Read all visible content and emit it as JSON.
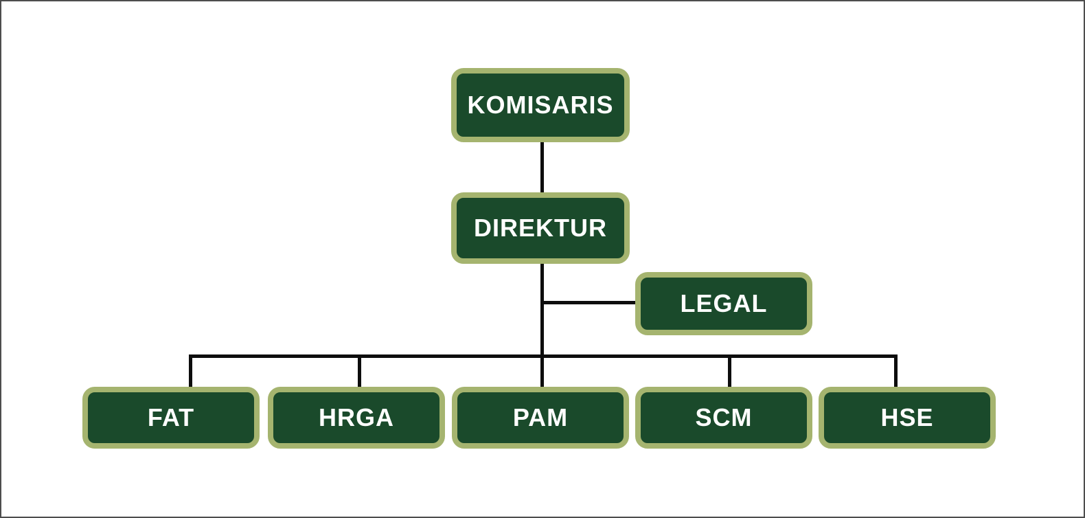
{
  "chart": {
    "type": "org-chart",
    "nodes": {
      "komisaris": {
        "label": "KOMISARIS",
        "level": 1
      },
      "direktur": {
        "label": "DIREKTUR",
        "level": 2
      },
      "legal": {
        "label": "LEGAL",
        "level": 2.5
      },
      "fat": {
        "label": "FAT",
        "level": 3
      },
      "hrga": {
        "label": "HRGA",
        "level": 3
      },
      "pam": {
        "label": "PAM",
        "level": 3
      },
      "scm": {
        "label": "SCM",
        "level": 3
      },
      "hse": {
        "label": "HSE",
        "level": 3
      }
    },
    "hierarchy": [
      {
        "parent": "KOMISARIS",
        "child": "DIREKTUR"
      },
      {
        "parent": "DIREKTUR",
        "child": "LEGAL"
      },
      {
        "parent": "DIREKTUR",
        "child": "FAT"
      },
      {
        "parent": "DIREKTUR",
        "child": "HRGA"
      },
      {
        "parent": "DIREKTUR",
        "child": "PAM"
      },
      {
        "parent": "DIREKTUR",
        "child": "SCM"
      },
      {
        "parent": "DIREKTUR",
        "child": "HSE"
      }
    ],
    "colors": {
      "node_fill": "#1a4a2b",
      "node_border": "#a5b46f",
      "node_text": "#ffffff",
      "connector": "#0d0d0d",
      "background": "#ffffff",
      "frame_border": "#4d4d4d"
    }
  }
}
